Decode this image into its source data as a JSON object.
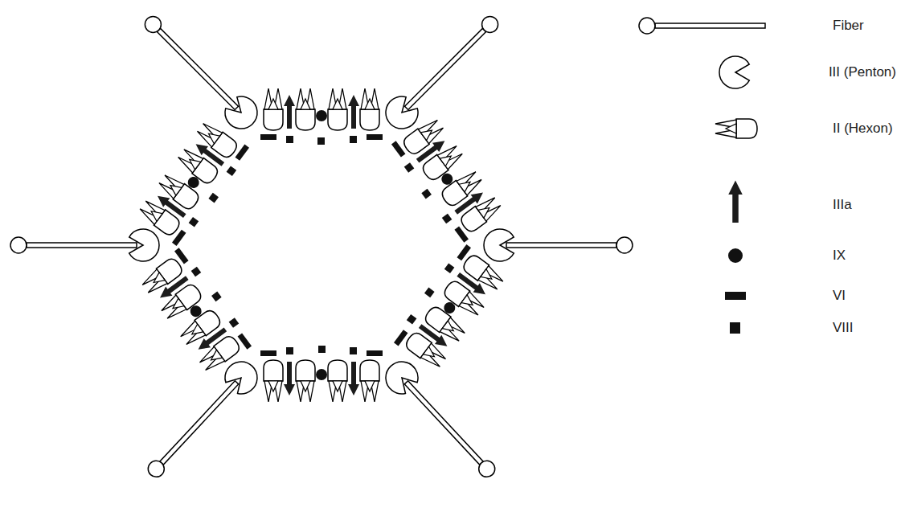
{
  "diagram": {
    "legend": [
      {
        "text": "Fiber"
      },
      {
        "text": "III (Penton)"
      },
      {
        "text": "II (Hexon)"
      },
      {
        "text": "IIIa"
      },
      {
        "text": "IX"
      },
      {
        "text": "VI"
      },
      {
        "text": "VIII"
      }
    ]
  }
}
